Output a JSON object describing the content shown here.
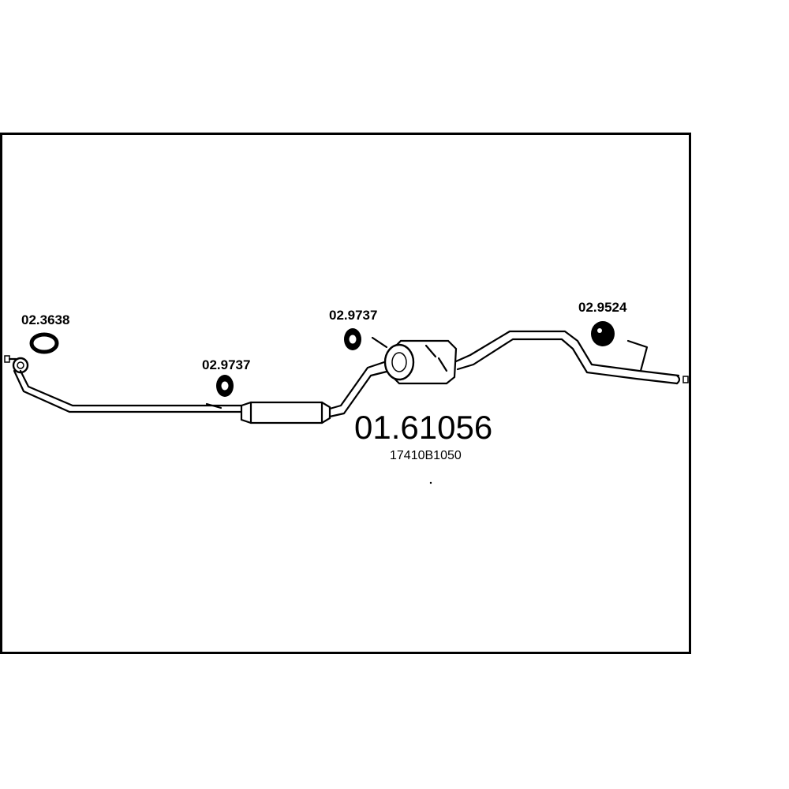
{
  "drawing": {
    "main_part_number": "01.61056",
    "oem_number": "17410B1050",
    "parts": [
      {
        "code": "02.3638",
        "kind": "gasket-ring"
      },
      {
        "code": "02.9737",
        "kind": "rubber-mount"
      },
      {
        "code": "02.9737",
        "kind": "rubber-mount"
      },
      {
        "code": "02.9524",
        "kind": "rubber-mount"
      }
    ],
    "colors": {
      "line": "#000000",
      "background": "#ffffff"
    }
  }
}
